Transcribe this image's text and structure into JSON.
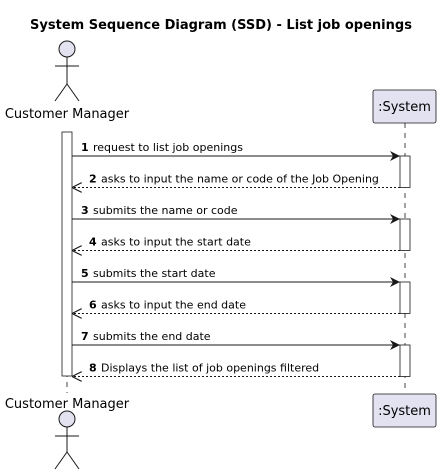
{
  "title": "System Sequence Diagram (SSD) - List job openings",
  "participants": {
    "actor": {
      "name": "Customer Manager",
      "icon": "stick-figure-actor-icon"
    },
    "system": {
      "name": ":System"
    }
  },
  "messages": [
    {
      "num": "1",
      "text": "request to list job openings",
      "from": "actor",
      "to": "system",
      "kind": "sync"
    },
    {
      "num": "2",
      "text": "asks to input the name or code of the Job Opening",
      "from": "system",
      "to": "actor",
      "kind": "reply"
    },
    {
      "num": "3",
      "text": "submits the name or code",
      "from": "actor",
      "to": "system",
      "kind": "sync"
    },
    {
      "num": "4",
      "text": "asks to input the start date",
      "from": "system",
      "to": "actor",
      "kind": "reply"
    },
    {
      "num": "5",
      "text": "submits the start date",
      "from": "actor",
      "to": "system",
      "kind": "sync"
    },
    {
      "num": "6",
      "text": "asks to input the end date",
      "from": "system",
      "to": "actor",
      "kind": "reply"
    },
    {
      "num": "7",
      "text": "submits the end date",
      "from": "actor",
      "to": "system",
      "kind": "sync"
    },
    {
      "num": "8",
      "text": "Displays the list of job openings filtered",
      "from": "system",
      "to": "actor",
      "kind": "reply"
    }
  ],
  "colors": {
    "participant_fill": "#E2E2F0",
    "participant_border": "#181818",
    "activation_fill": "#FFFFFF",
    "lifeline": "#181818"
  }
}
